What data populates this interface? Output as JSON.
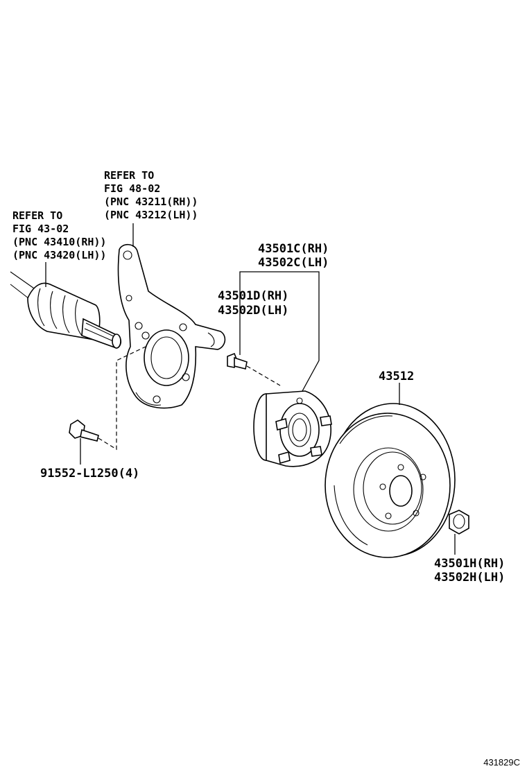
{
  "labels": {
    "knuckle_ref": [
      "REFER TO",
      "FIG 48-02",
      "(PNC 43211(RH))",
      "(PNC 43212(LH))"
    ],
    "axle_ref": [
      "REFER TO",
      "FIG 43-02",
      "(PNC 43410(RH))",
      "(PNC 43420(LH))"
    ],
    "hub_assy": [
      "43501C(RH)",
      "43502C(LH)"
    ],
    "hub_bolt": [
      "43501D(RH)",
      "43502D(LH)"
    ],
    "disc": "43512",
    "knuckle_bolt": "91552-L1250(4)",
    "hub_nut": [
      "43501H(RH)",
      "43502H(LH)"
    ]
  },
  "figure_id": "431829C"
}
